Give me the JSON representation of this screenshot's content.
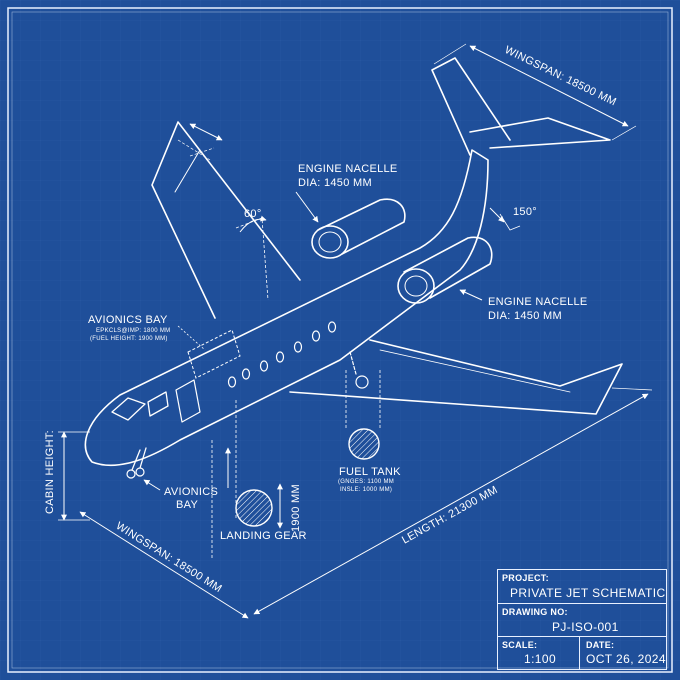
{
  "labels": {
    "wingspan_top": "WINGSPAN: 18500 MM",
    "wingspan_bottom": "WINGSPAN: 18500 MM",
    "length": "LENGTH: 21300 MM",
    "cabin_height": "CABIN HEIGHT:",
    "angle_60": "60°",
    "angle_150": "150°",
    "engine_nacelle_1": "ENGINE NACELLE",
    "engine_nacelle_1_dia": "DIA: 1450 MM",
    "engine_nacelle_2": "ENGINE NACELLE",
    "engine_nacelle_2_dia": "DIA: 1450 MM",
    "avionics_bay_top": "AVIONICS BAY",
    "avionics_bay_line1": "EPKCLS@IMP: 1800 MM",
    "avionics_bay_line2": "(FUEL HEIGHT: 1900 MM)",
    "avionics_bay_bottom_1": "AVIONICS",
    "avionics_bay_bottom_2": "BAY",
    "landing_gear": "LANDING GEAR",
    "landing_gear_dim": "1900 MM",
    "fuel_tank": "FUEL TANK",
    "fuel_tank_line1": "(GNGES: 1100 MM",
    "fuel_tank_line2": "INSLE: 1000 MM)"
  },
  "title_block": {
    "project_key": "PROJECT:",
    "project_value": "PRIVATE JET SCHEMATIC",
    "drawing_key": "DRAWING NO:",
    "drawing_value": "PJ-ISO-001",
    "scale_key": "SCALE:",
    "scale_value": "1:100",
    "date_key": "DATE:",
    "date_value": "OCT 26, 2024"
  },
  "colors": {
    "background": "#1f4f9a",
    "line": "#ffffff",
    "grid": "#3a68ad"
  }
}
